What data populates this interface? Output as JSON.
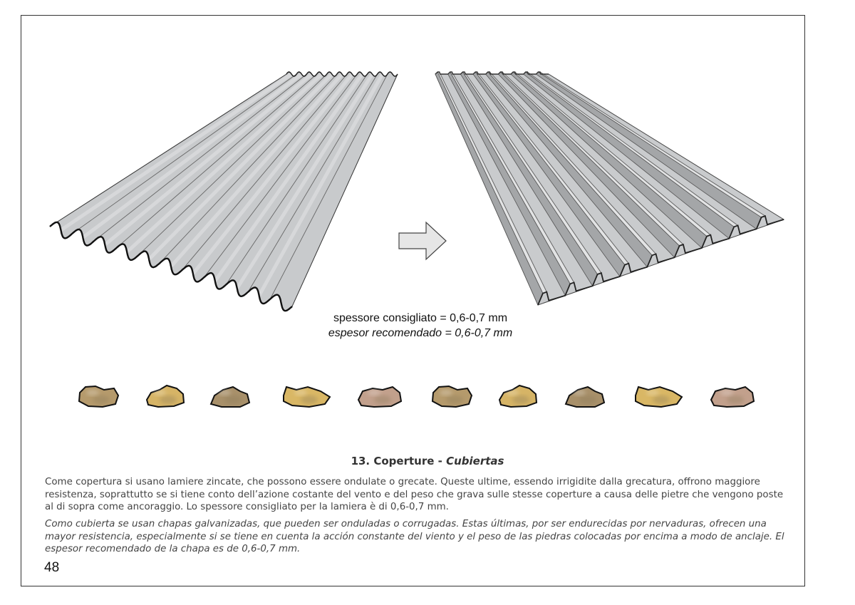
{
  "captions": {
    "it": "spessore consigliato = 0,6-0,7 mm",
    "es": "espesor recomendado = 0,6-0,7 mm"
  },
  "heading": {
    "main": "13. Coperture - ",
    "italic": "Cubiertas"
  },
  "paragraphs": {
    "it": "Come copertura si usano lamiere zincate, che possono essere ondulate o grecate. Queste ultime, essendo irrigidite dalla grecatura, offrono maggiore resistenza, soprattutto se si tiene conto dell’azione costante del vento e del peso che grava sulle stesse coperture a causa delle pietre che vengono poste al di sopra come ancoraggio. Lo spessore consigliato per la lamiera è di 0,6-0,7 mm.",
    "es": "Como cubierta se usan chapas galvanizadas, que pueden ser onduladas o corrugadas. Estas últimas, por ser endurecidas por nervaduras, ofrecen una mayor resistencia, especialmente si se tiene en cuenta la acción constante del viento y el peso de las piedras colocadas por encima a modo de anclaje. El espesor recomendado de la chapa es de 0,6-0,7 mm."
  },
  "page_number": "48",
  "icons": {
    "arrow": "arrow-right-icon",
    "stone": "stone-icon"
  },
  "colors": {
    "sheet_fill": "#c8cacc",
    "sheet_light": "#dcdedf",
    "sheet_dark": "#9a9c9e",
    "stones": [
      "#b59a6c",
      "#d6b466",
      "#a8906a",
      "#d9b765",
      "#c2a08c",
      "#b59a6c",
      "#d6b466",
      "#a8906a",
      "#d9b765",
      "#c2a08c"
    ]
  }
}
